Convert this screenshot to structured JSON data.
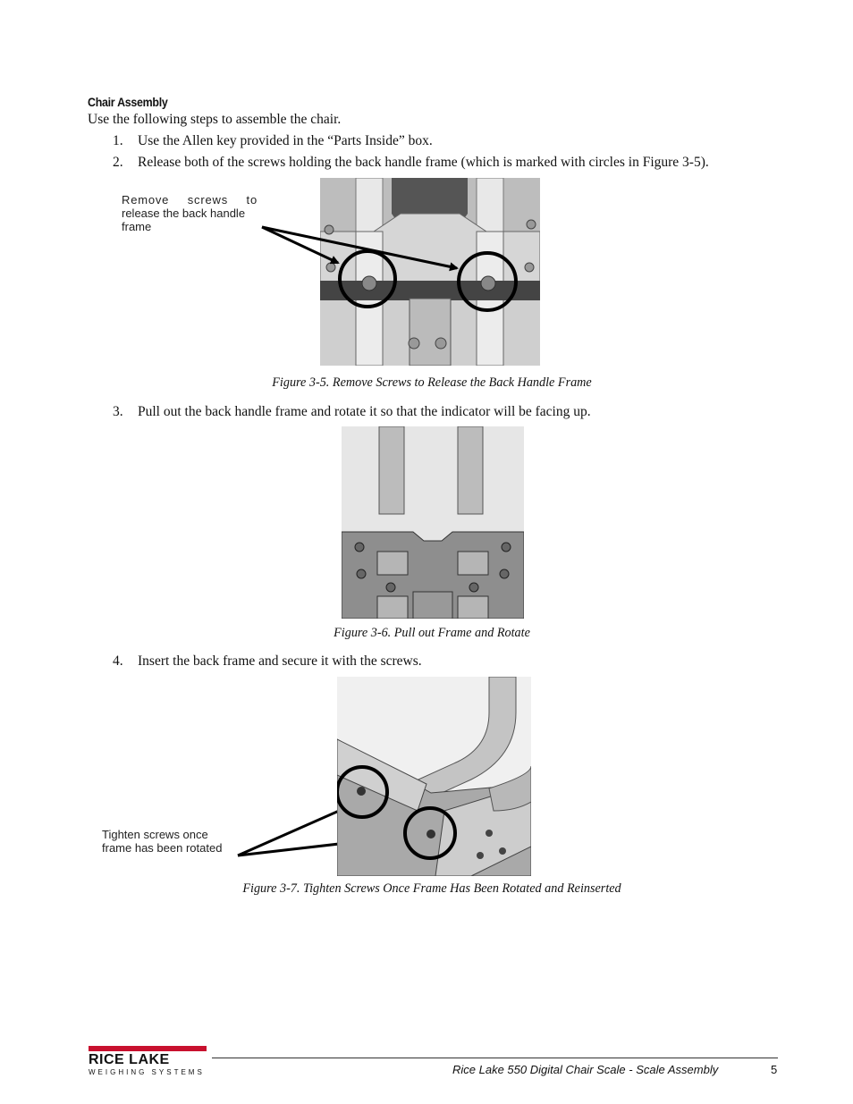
{
  "section": {
    "heading": "Chair Assembly",
    "intro": "Use the following steps to assemble the chair."
  },
  "steps": [
    {
      "num": "1.",
      "text": "Use the Allen key provided in the “Parts Inside” box."
    },
    {
      "num": "2.",
      "text": "Release both of the screws holding the back handle frame (which is marked with circles in Figure 3-5)."
    },
    {
      "num": "3.",
      "text": "Pull out the back handle frame and rotate it so that the indicator will be facing up."
    },
    {
      "num": "4.",
      "text": "Insert the back frame and secure it with the screws."
    }
  ],
  "figures": [
    {
      "caption": "Figure 3-5. Remove Screws to Release the Back Handle Frame",
      "callout": [
        "Remove screws to",
        "release the back handle",
        "frame"
      ]
    },
    {
      "caption": "Figure 3-6. Pull out Frame and Rotate"
    },
    {
      "caption": "Figure 3-7. Tighten Screws Once Frame Has Been Rotated and Reinserted",
      "callout": [
        "Tighten screws once",
        "frame has been rotated"
      ]
    }
  ],
  "footer": {
    "logo_main": "RICE LAKE",
    "logo_sub": "WEIGHING SYSTEMS",
    "doc_title": "Rice Lake 550 Digital Chair Scale - Scale Assembly",
    "page_number": "5"
  }
}
